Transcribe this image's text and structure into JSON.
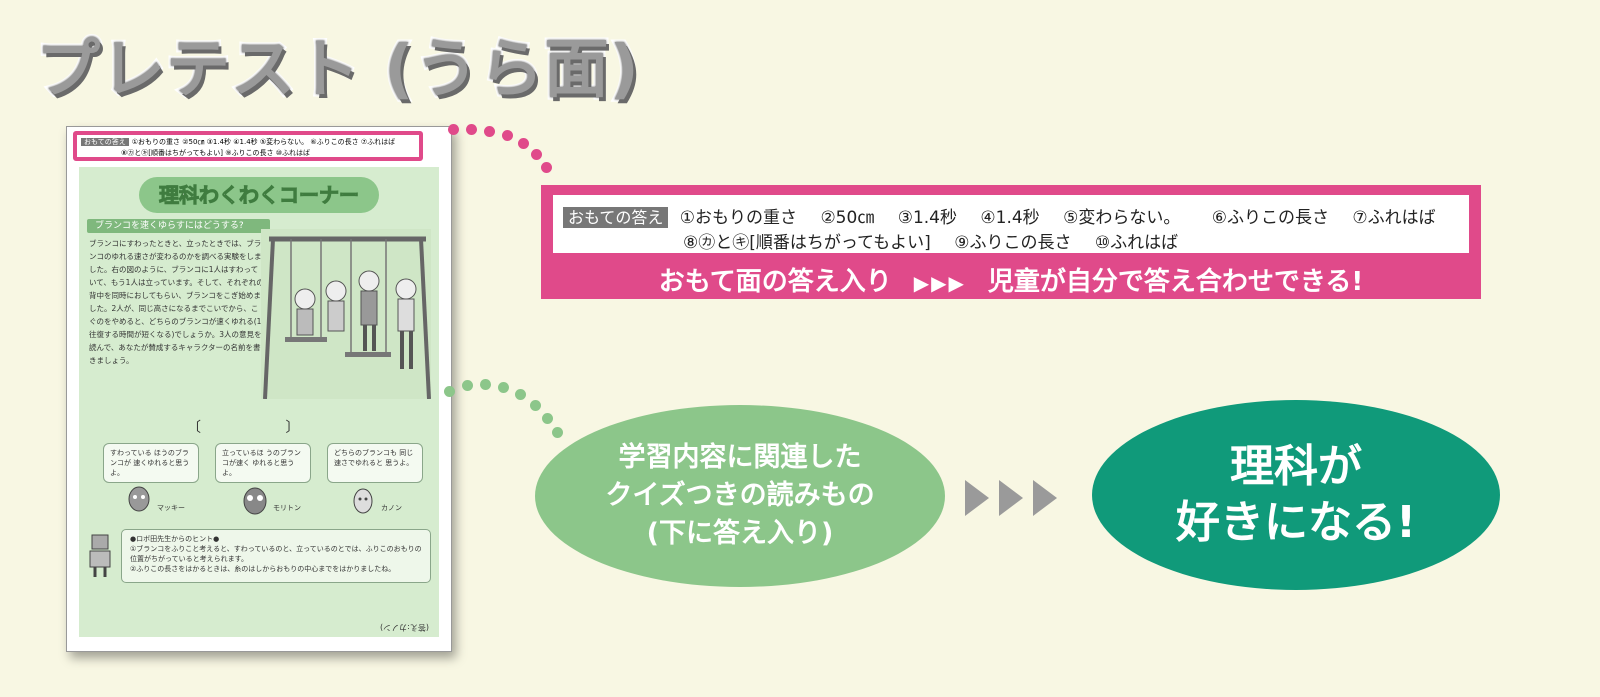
{
  "title": "プレテスト (うら面)",
  "thumbnail": {
    "answers_small": {
      "label": "おもての答え",
      "line1": "①おもりの重さ ②50㎝ ③1.4秒 ④1.4秒 ⑤変わらない。 ⑥ふりこの長さ ⑦ふれはば",
      "line2": "⑧㋕と㋖[順番はちがってもよい] ⑨ふりこの長さ ⑩ふれはば"
    },
    "corner_title": "理科わくわくコーナー",
    "question_heading": "ブランコを速くゆらすにはどうする?",
    "story": "ブランコにすわったときと、立ったときでは、ブランコのゆれる速さが変わるのかを調べる実験をしました。右の図のように、ブランコに1人はすわっていて、もう1人は立っています。そして、それぞれの背中を同時におしてもらい、ブランコをこぎ始めました。2人が、同じ高さになるまでこいでから、こぐのをやめると、どちらのブランコが速くゆれる(1往復する時間が短くなる)でしょうか。3人の意見を読んで、あなたが賛成するキャラクターの名前を書きましょう。",
    "answer_bracket": "〔 〕",
    "bubbles": [
      {
        "text": "すわっている ほうのブランコが 速くゆれると思うよ。",
        "name": "マッキー"
      },
      {
        "text": "立っているほ うのブランコが速く ゆれると思うよ。",
        "name": "モリトン"
      },
      {
        "text": "どちらのブランコも 同じ速さでゆれると 思うよ。",
        "name": "カノン"
      }
    ],
    "hint_title": "●ロボ田先生からのヒント●",
    "hint1": "①ブランコをふりこと考えると、すわっているのと、立っているのとでは、ふりこのおもりの位置がちがっていると考えられます。",
    "hint2": "②ふりこの長さをはかるときは、糸のはしからおもりの中心までをはかりましたね。",
    "footer": "(答え:カノン)"
  },
  "banner": {
    "label": "おもての答え",
    "line1_items": [
      "①おもりの重さ",
      "②50㎝",
      "③1.4秒",
      "④1.4秒",
      "⑤変わらない。",
      "⑥ふりこの長さ",
      "⑦ふれはば"
    ],
    "line2_items": [
      "⑧㋕と㋖[順番はちがってもよい]",
      "⑨ふりこの長さ",
      "⑩ふれはば"
    ],
    "caption_left": "おもて面の答え入り",
    "caption_arrows": "▶▶▶",
    "caption_right": "児童が自分で答え合わせできる!"
  },
  "reading": {
    "line1": "学習内容に関連した",
    "line2": "クイズつきの読みもの",
    "line3": "(下に答え入り)"
  },
  "result": {
    "line1": "理科が",
    "line2": "好きになる!"
  },
  "colors": {
    "pink": "#e04a8a",
    "green": "#8cc68a",
    "teal": "#109a7a",
    "background": "#f8f7e3"
  }
}
